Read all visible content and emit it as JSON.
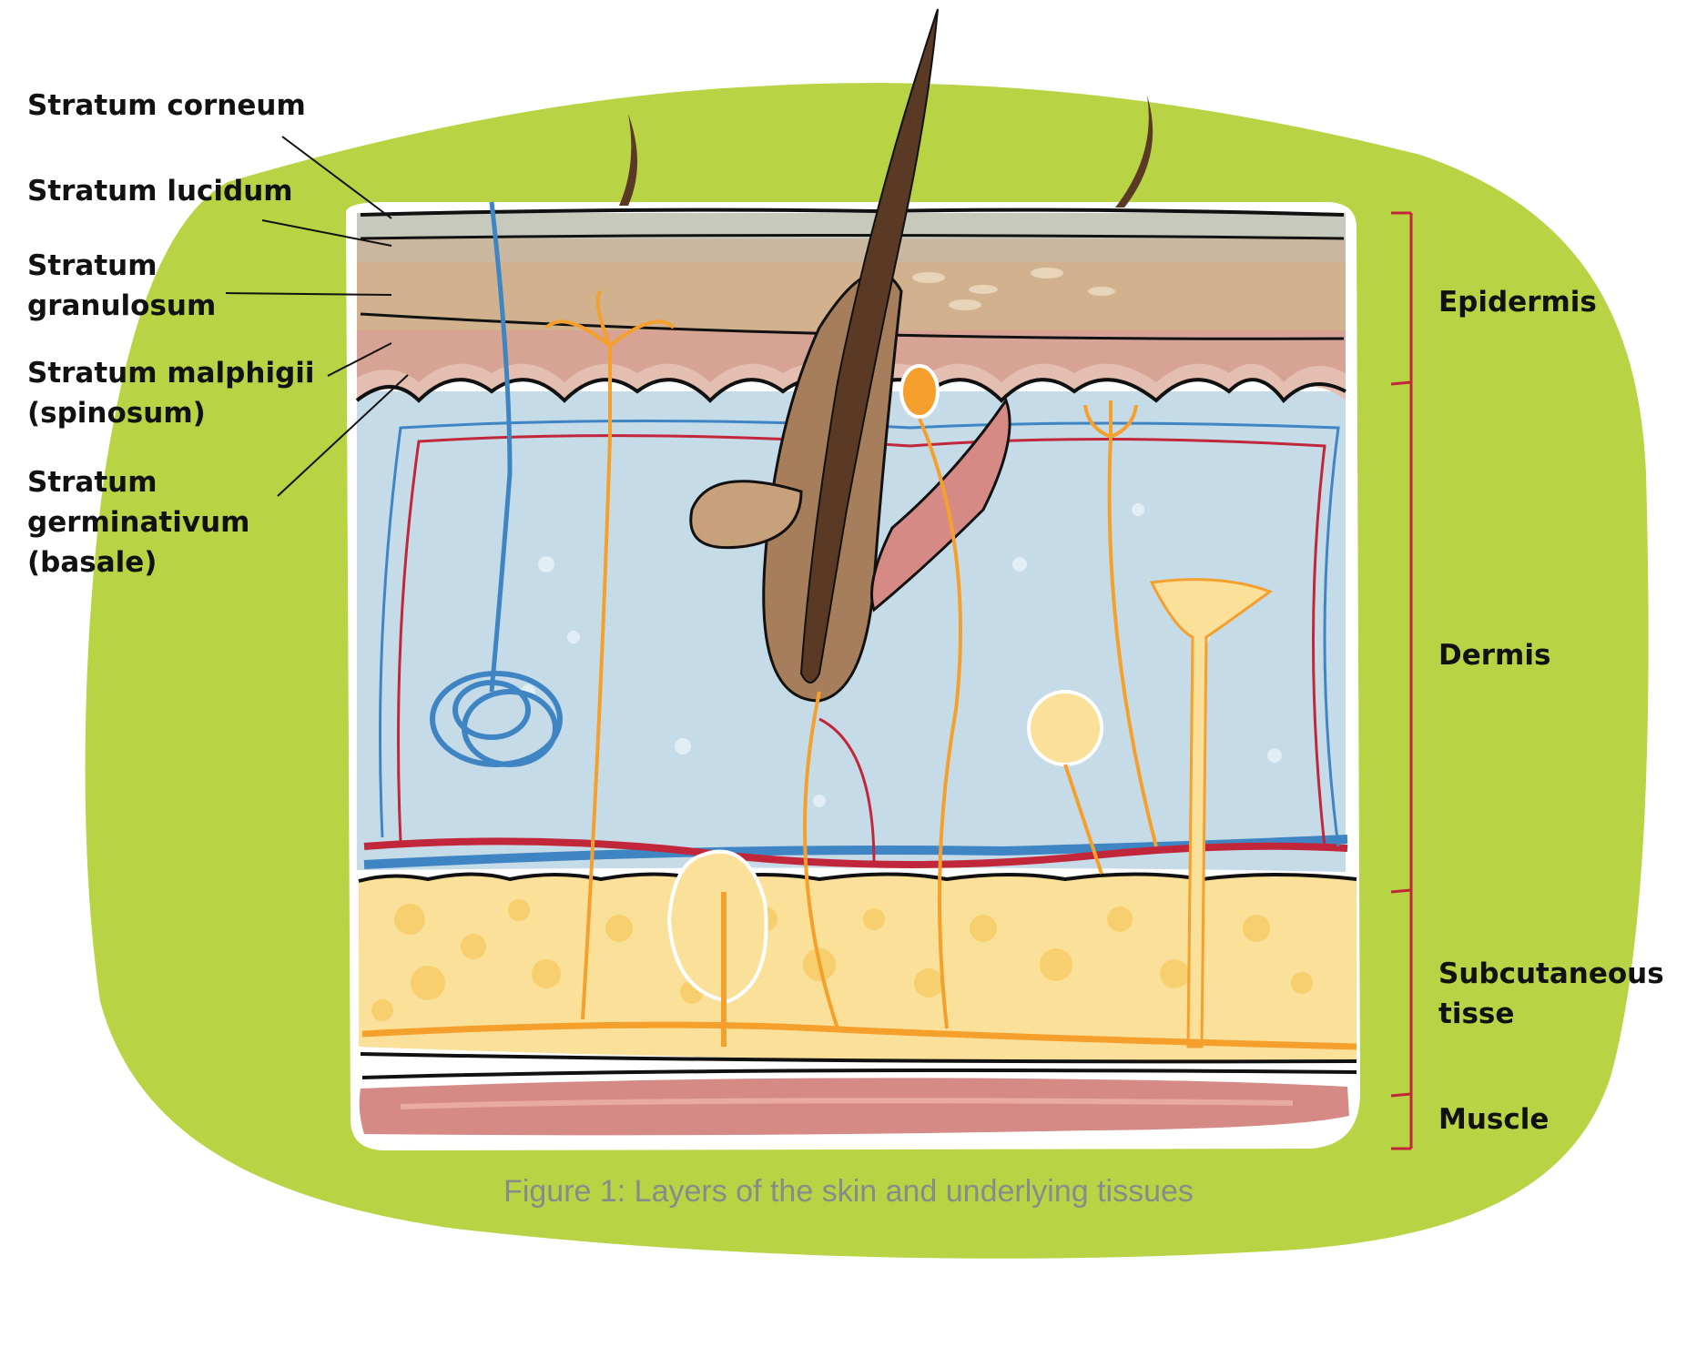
{
  "layer_labels": {
    "stratum_corneum": "Stratum corneum",
    "stratum_lucidum": "Stratum lucidum",
    "stratum_granulosum_1": "Stratum",
    "stratum_granulosum_2": "granulosum",
    "stratum_malphigii_1": "Stratum malphigii",
    "stratum_malphigii_2": "(spinosum)",
    "stratum_germinativum_1": "Stratum",
    "stratum_germinativum_2": "germinativum",
    "stratum_germinativum_3": "(basale)"
  },
  "region_labels": {
    "epidermis": "Epidermis",
    "dermis": "Dermis",
    "subcutaneous_1": "Subcutaneous",
    "subcutaneous_2": "tisse",
    "muscle": "Muscle"
  },
  "caption": "Figure 1: Layers of the skin and underlying tissues",
  "colors": {
    "background_blob": "#b8d444",
    "corneum": "#c7c9bd",
    "lucidum": "#c9b79f",
    "granulosum": "#d2b28e",
    "malphigii": "#d6a394",
    "germinativum": "#e4beb1",
    "dermis": "#c6dbe8",
    "subcutaneous_fat": "#fbe09a",
    "muscle": "#d68a86",
    "hair": "#5a3a24",
    "follicle": "#a77e5c",
    "nerve": "#f5a02c",
    "artery": "#c2263a",
    "vein": "#3f85c4",
    "bracket": "#c2263a"
  }
}
